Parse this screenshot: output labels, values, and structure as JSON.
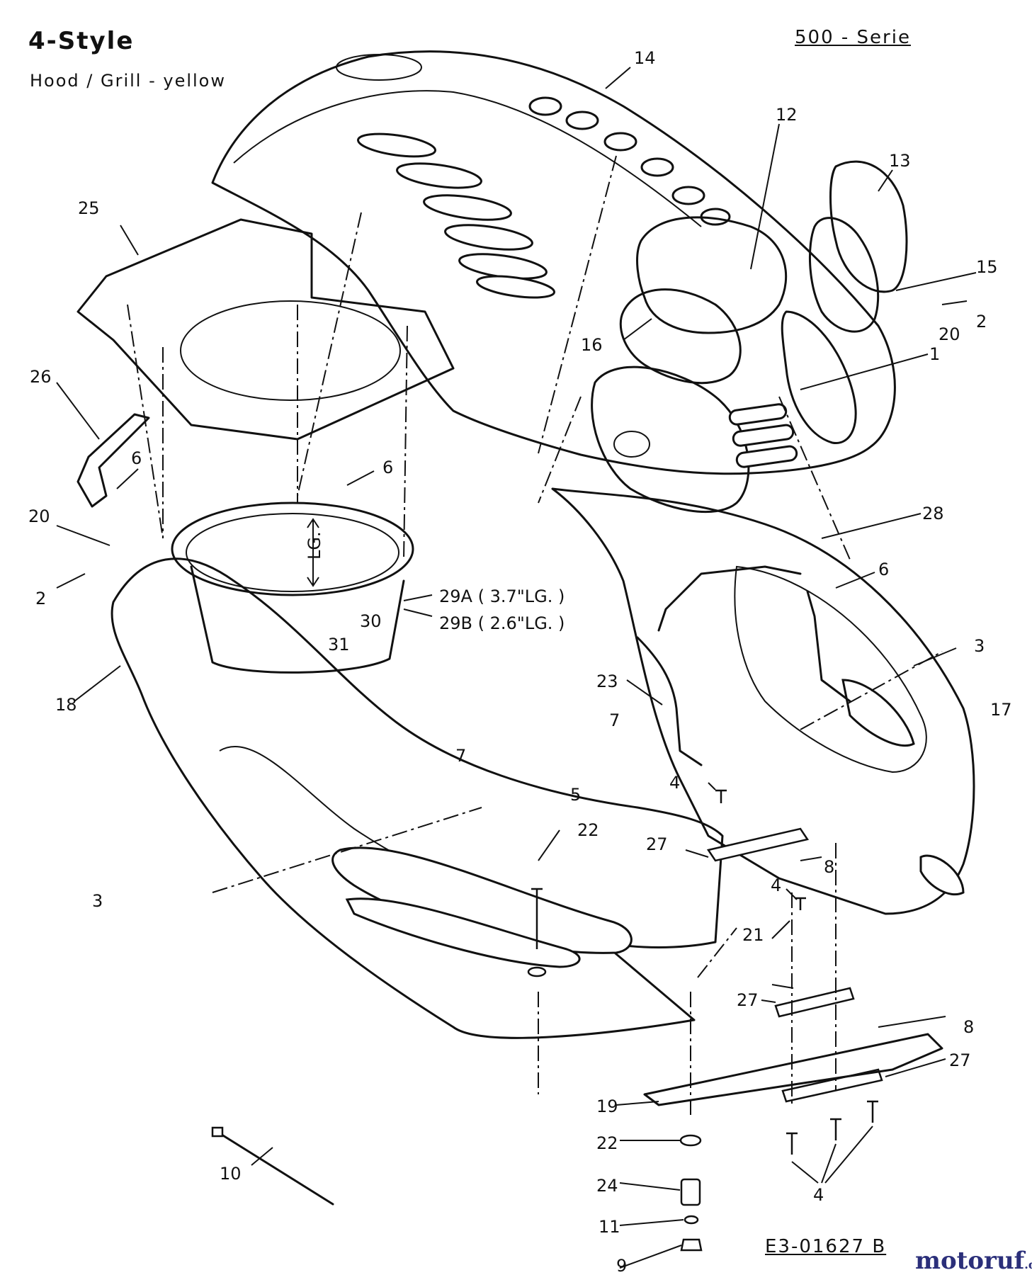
{
  "header": {
    "title": "4-Style",
    "subtitle": "Hood / Grill - yellow",
    "series": "500 - Serie",
    "drawing_number": "E3-01627 B"
  },
  "watermark": {
    "main": "motoruf",
    "suffix": ".de"
  },
  "callouts": {
    "c14": "14",
    "c12": "12",
    "c13": "13",
    "c15": "15",
    "c2a": "2",
    "c20a": "20",
    "c16": "16",
    "c1": "1",
    "c25": "25",
    "c26": "26",
    "c6a": "6",
    "c6b": "6",
    "c20b": "20",
    "c2b": "2",
    "c28": "28",
    "c6c": "6",
    "c29a": "29A ( 3.7\"LG. )",
    "c29b": "29B ( 2.6\"LG. )",
    "c30": "30",
    "c31": "31",
    "c3a": "3",
    "c18": "18",
    "c23": "23",
    "c7a": "7",
    "c17": "17",
    "c7b": "7",
    "c4a": "4",
    "c5": "5",
    "c22a": "22",
    "c27a": "27",
    "c8a": "8",
    "c4b": "4",
    "c3b": "3",
    "c21": "21",
    "c27b": "27",
    "c8b": "8",
    "c27c": "27",
    "c19": "19",
    "c22b": "22",
    "c24": "24",
    "c11": "11",
    "c9": "9",
    "c10": "10",
    "c4c": "4",
    "lg": "LG."
  }
}
